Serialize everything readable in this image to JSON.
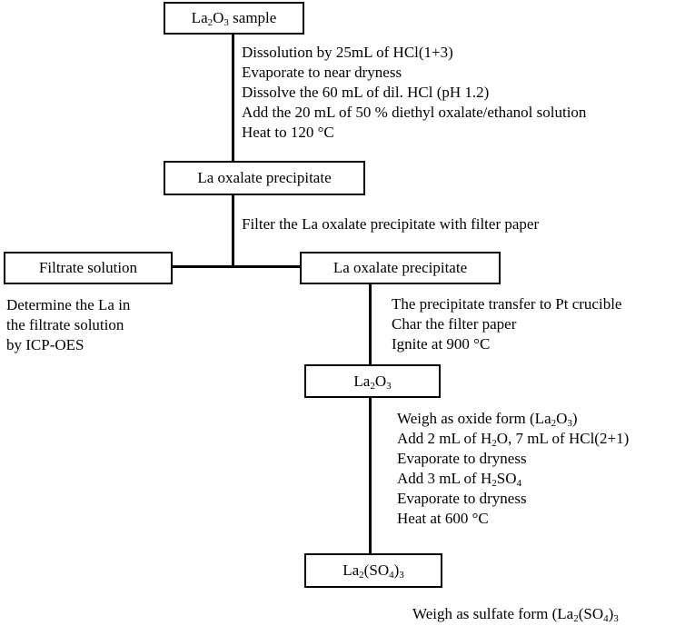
{
  "nodes": {
    "sample": "La₂O₃ sample",
    "oxalate_precipitate_1": "La oxalate precipitate",
    "filtrate_solution": "Filtrate solution",
    "oxalate_precipitate_2": "La oxalate precipitate",
    "oxide": "La₂O₃",
    "sulfate": "La₂(SO₄)₃"
  },
  "steps": {
    "step1": [
      "Dissolution by 25mL of HCl(1+3)",
      "Evaporate to near dryness",
      "Dissolve the 60 mL of dil. HCl (pH 1.2)",
      "Add the 20 mL of 50 % diethyl oxalate/ethanol solution",
      "Heat to 120 °C"
    ],
    "step2": [
      "Filter the La oxalate precipitate with filter paper"
    ],
    "filtrate_note": [
      "Determine the La in",
      "the filtrate solution",
      "by ICP-OES"
    ],
    "step3": [
      "The precipitate transfer to Pt crucible",
      "Char the filter paper",
      "Ignite at 900 °C"
    ],
    "step4": [
      "Weigh as oxide form (La₂O₃)",
      "Add 2 mL of H₂O, 7 mL of HCl(2+1)",
      "Evaporate to dryness",
      "Add 3 mL of H₂SO₄",
      "Evaporate to dryness",
      "Heat at 600 °C"
    ],
    "final": "Weigh as sulfate form (La₂(SO₄)₃"
  }
}
